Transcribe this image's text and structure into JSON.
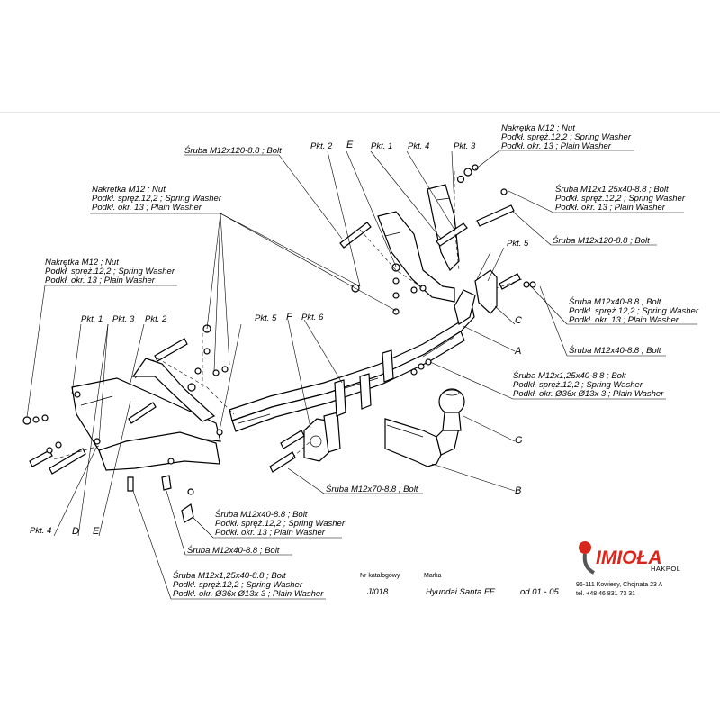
{
  "labels": {
    "pkt1_left": "Pkt. 1",
    "pkt3_left": "Pkt. 3",
    "pkt2_left": "Pkt. 2",
    "pkt5_mid": "Pkt. 5",
    "pkt6": "Pkt. 6",
    "F": "F",
    "pkt2_top": "Pkt. 2",
    "E_top": "E",
    "pkt1_top": "Pkt. 1",
    "pkt4_top": "Pkt. 4",
    "pkt3_top": "Pkt. 3",
    "pkt5_right": "Pkt. 5",
    "pkt4_bottom": "Pkt. 4",
    "D": "D",
    "E_bottom": "E",
    "A": "A",
    "B": "B",
    "C": "C",
    "G": "G"
  },
  "callouts": {
    "bolt_m12x120_top": "Śruba M12x120-8.8 ;  Bolt",
    "nut_top_right": [
      "Nakrętka  M12 ; Nut",
      "Podkł. spręż.12,2 ; Spring Washer",
      "Podkł. okr. 13 ; Plain Washer"
    ],
    "bolt_m12x125x40_right": [
      "Śruba M12x1,25x40-8.8 ;  Bolt",
      "Podkł. spręż.12,2 ; Spring Washer",
      "Podkł. okr. 13 ; Plain Washer"
    ],
    "nut_center": [
      "Nakrętka  M12 ; Nut",
      "Podkł. spręż.12,2 ; Spring Washer",
      "Podkł. okr. 13 ; Plain Washer"
    ],
    "bolt_m12x120_right": "Śruba M12x120-8.8 ;  Bolt",
    "nut_left": [
      "Nakrętka  M12 ; Nut",
      "Podkł. spręż.12,2 ; Spring Washer",
      "Podkł. okr. 13 ; Plain Washer"
    ],
    "bolt_m12x40_right": [
      "Śruba M12x40-8.8 ;  Bolt",
      "Podkł. spręż.12,2 ; Spring Washer",
      "Podkł. okr. 13 ; Plain Washer"
    ],
    "bolt_m12x40_single": "Śruba M12x40-8.8 ;  Bolt",
    "bolt_m12x125x40_mid": [
      "Śruba M12x1,25x40-8.8 ;  Bolt",
      "Podkł. spręż.12,2 ; Spring Washer",
      "Podkł. okr.  Ø36x Ø13x 3 ; Plain Washer"
    ],
    "bolt_m12x70": "Śruba M12x70-8.8 ;  Bolt",
    "bolt_m12x40_bottom": [
      "Śruba M12x40-8.8 ;  Bolt",
      "Podkł. spręż.12,2 ; Spring Washer",
      "Podkł. okr. 13 ; Plain Washer"
    ],
    "bolt_m12x40_bottom_single": "Śruba M12x40-8.8 ;  Bolt",
    "bolt_m12x125x40_bottom": [
      "Śruba M12x1,25x40-8.8 ;  Bolt",
      "Podkł. spręż.12,2 ; Spring Washer",
      "Podkł. okr.  Ø36x Ø13x 3 ; Plain Washer"
    ]
  },
  "titleblock": {
    "catalog_label": "Nr katalogowy",
    "catalog_number": "J/018",
    "brand_label": "Marka",
    "brand_value": "Hyundai Santa FE",
    "years": "od  01 - 05"
  },
  "company": {
    "logo_text": "IMIOŁA",
    "logo_sub": "HAKPOL",
    "address": "96-111 Kowiesy, Chojnata 23 A",
    "phone": "tel. +48 46 831 73 31",
    "brand_color": "#d9261c"
  }
}
